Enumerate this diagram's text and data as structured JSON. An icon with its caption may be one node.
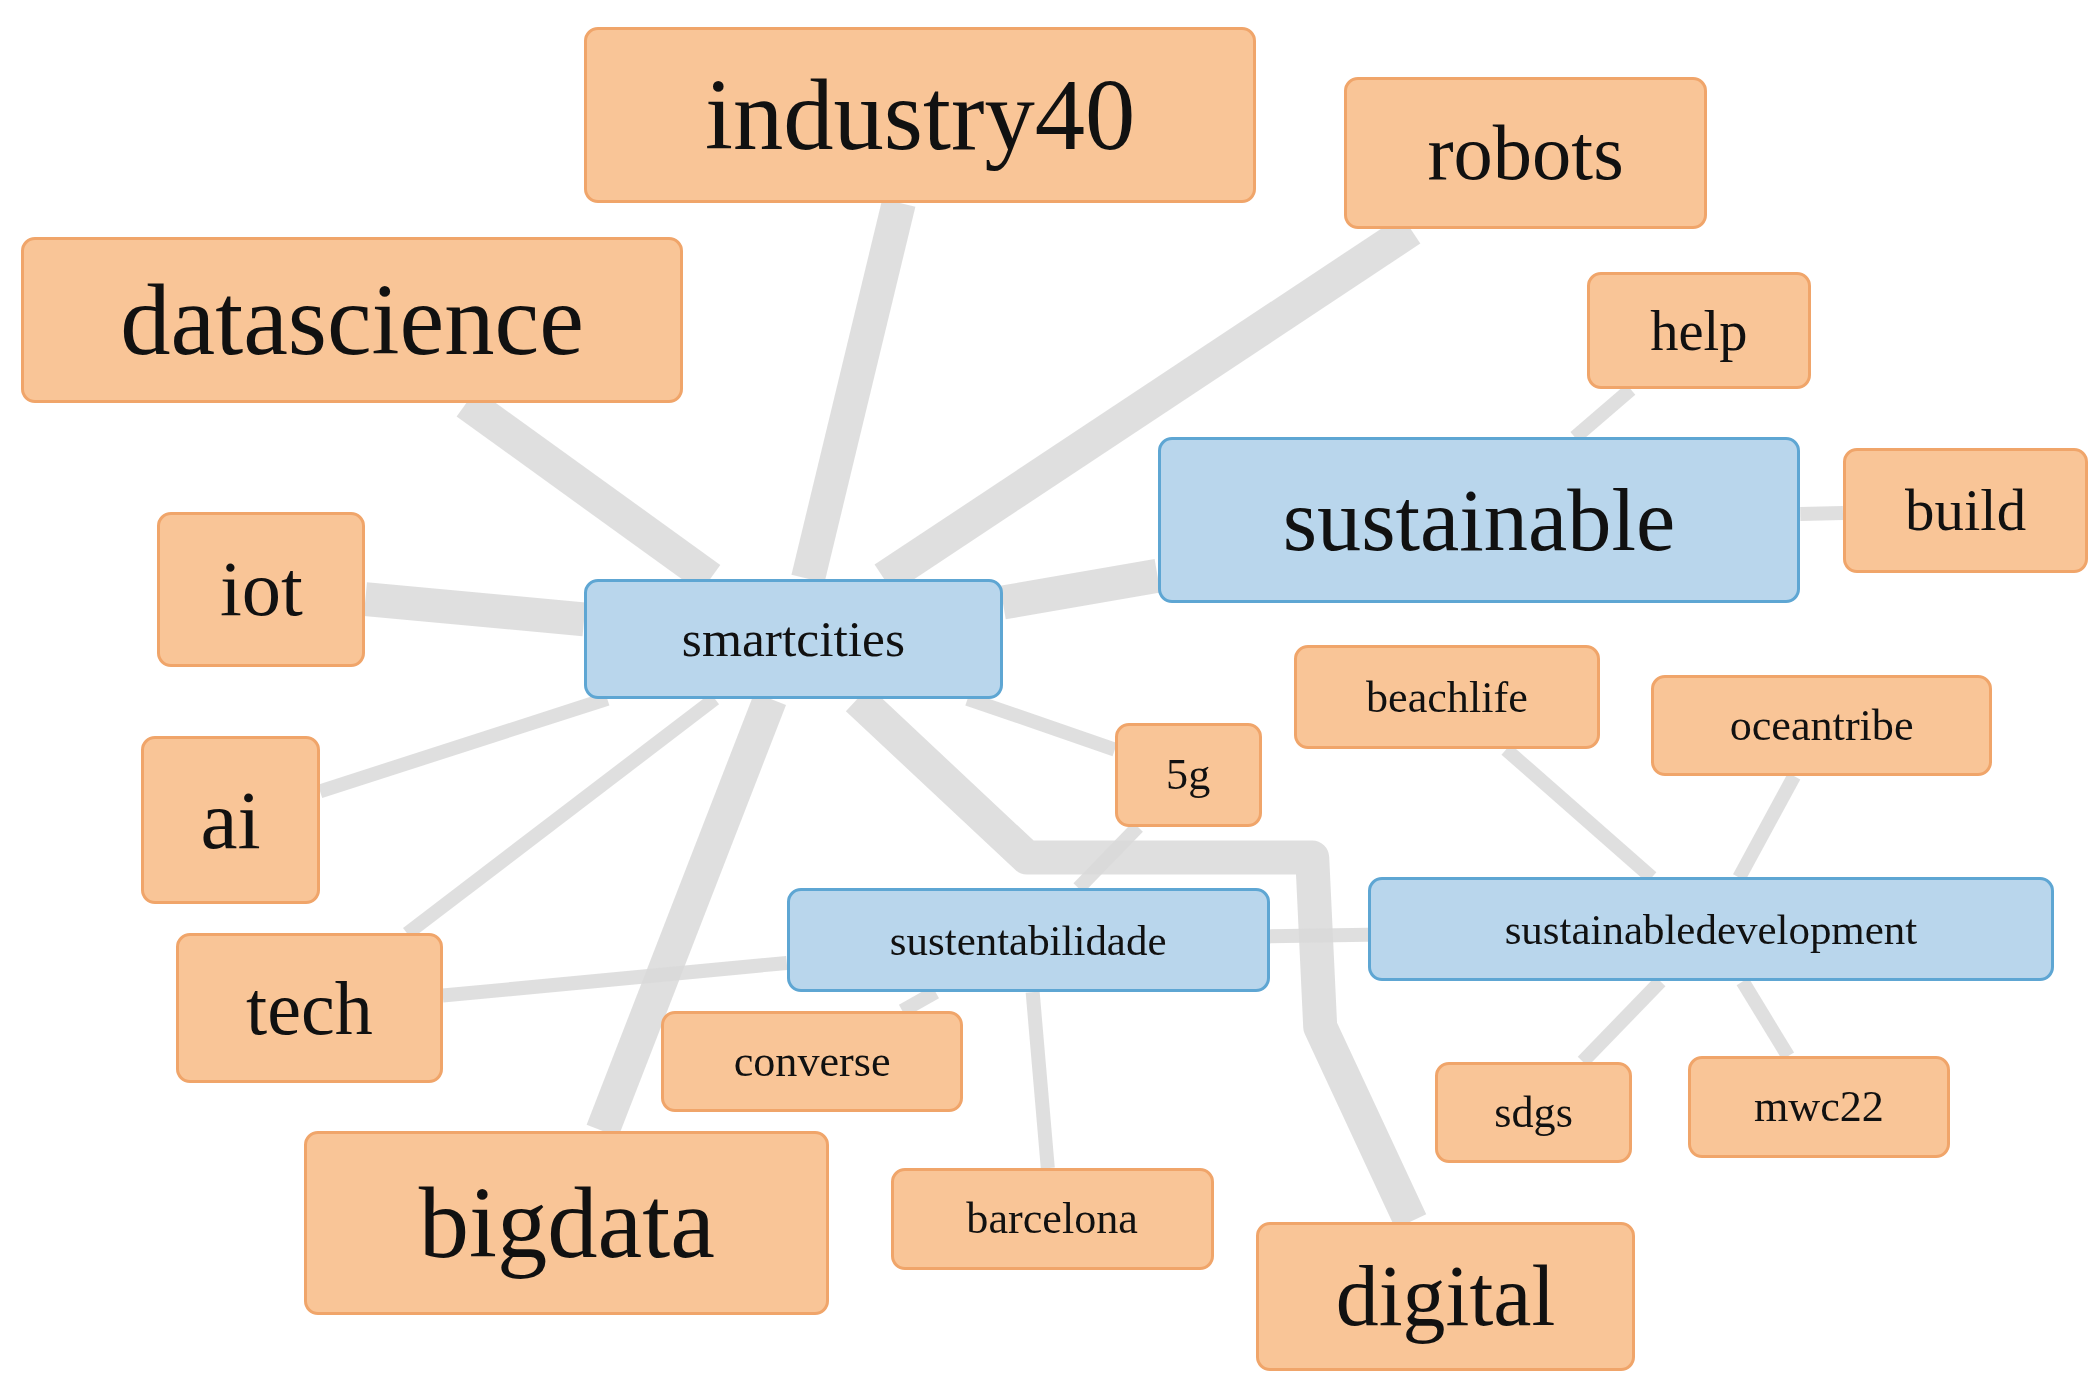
{
  "diagram": {
    "nodes": [
      {
        "text": [
          "industry40"
        ]
      },
      {
        "text": [
          "robots"
        ]
      },
      {
        "text": [
          "datascience"
        ]
      },
      {
        "text": [
          "help"
        ]
      },
      {
        "text": [
          "sustainable"
        ]
      },
      {
        "text": [
          "build"
        ]
      },
      {
        "text": [
          "iot"
        ]
      },
      {
        "text": [
          "smartcities"
        ]
      },
      {
        "text": [
          "beachlife"
        ]
      },
      {
        "text": [
          "oceantribe"
        ]
      },
      {
        "text": [
          "ai"
        ]
      },
      {
        "text": [
          "5g"
        ]
      },
      {
        "text": [
          "sustentabilidade"
        ]
      },
      {
        "text": [
          "sustainabledevelopment"
        ]
      },
      {
        "text": [
          "tech"
        ]
      },
      {
        "text": [
          "converse"
        ]
      },
      {
        "text": [
          "sdgs"
        ]
      },
      {
        "text": [
          "mwc22"
        ]
      },
      {
        "text": [
          "bigdata"
        ]
      },
      {
        "text": [
          "barcelona"
        ]
      },
      {
        "text": [
          "digital"
        ]
      }
    ],
    "edges": [
      {
        "from": 7,
        "to": 0,
        "arrow": "none",
        "style": "thick"
      },
      {
        "from": 7,
        "to": 1,
        "arrow": "none",
        "style": "thick"
      },
      {
        "from": 7,
        "to": 2,
        "arrow": "none",
        "style": "thick"
      },
      {
        "from": 7,
        "to": 4,
        "arrow": "none",
        "style": "thick"
      },
      {
        "from": 7,
        "to": 6,
        "arrow": "none",
        "style": "thick"
      },
      {
        "from": 7,
        "to": 10,
        "arrow": "none"
      },
      {
        "from": 7,
        "to": 14,
        "arrow": "none"
      },
      {
        "from": 7,
        "to": 18,
        "arrow": "none",
        "style": "thick"
      },
      {
        "from": 7,
        "to": 20,
        "arrow": "none",
        "style": "thick"
      },
      {
        "from": 7,
        "to": 11,
        "arrow": "none"
      },
      {
        "from": 4,
        "to": 3,
        "arrow": "none"
      },
      {
        "from": 4,
        "to": 5,
        "arrow": "none"
      },
      {
        "from": 12,
        "to": 14,
        "arrow": "none"
      },
      {
        "from": 12,
        "to": 11,
        "arrow": "none"
      },
      {
        "from": 12,
        "to": 15,
        "arrow": "none"
      },
      {
        "from": 12,
        "to": 19,
        "arrow": "none"
      },
      {
        "from": 12,
        "to": 13,
        "arrow": "none"
      },
      {
        "from": 13,
        "to": 8,
        "arrow": "none"
      },
      {
        "from": 13,
        "to": 9,
        "arrow": "none"
      },
      {
        "from": 13,
        "to": 16,
        "arrow": "none"
      },
      {
        "from": 13,
        "to": 17,
        "arrow": "none"
      }
    ]
  }
}
